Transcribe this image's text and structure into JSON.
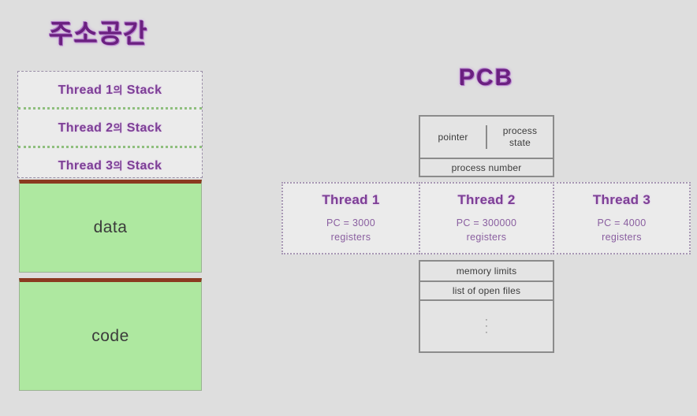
{
  "titles": {
    "address_space": "주소공간",
    "pcb": "PCB"
  },
  "address_space": {
    "stacks": [
      {
        "prefix": "Thread 1",
        "particle": "의",
        "suffix": "Stack"
      },
      {
        "prefix": "Thread 2",
        "particle": "의",
        "suffix": "Stack"
      },
      {
        "prefix": "Thread 3",
        "particle": "의",
        "suffix": "Stack"
      }
    ],
    "segments": [
      {
        "label": "data"
      },
      {
        "label": "code"
      }
    ]
  },
  "pcb": {
    "upper_rows": [
      {
        "cells": [
          "pointer",
          "process\nstate"
        ]
      },
      {
        "label": "process number"
      }
    ],
    "pointer_label": "pointer",
    "process_state_line1": "process",
    "process_state_line2": "state",
    "process_number_label": "process number",
    "lower_rows": [
      {
        "label": "memory limits"
      },
      {
        "label": "list of open files"
      }
    ],
    "memory_limits_label": "memory limits",
    "open_files_label": "list of open files",
    "ellipsis": "·"
  },
  "threads": [
    {
      "title": "Thread 1",
      "pc": "PC = 3000",
      "registers": "registers"
    },
    {
      "title": "Thread 2",
      "pc": "PC =  300000",
      "registers": "registers"
    },
    {
      "title": "Thread 3",
      "pc": "PC =  4000",
      "registers": "registers"
    }
  ],
  "colors": {
    "background": "#dedede",
    "title_purple": "#6b2080",
    "thread_purple": "#7d3f96",
    "segment_green": "#aee8a0",
    "segment_divider_red": "#8b3a20",
    "table_border_gray": "#8b8b8b",
    "panel_gray": "#e4e4e4"
  }
}
